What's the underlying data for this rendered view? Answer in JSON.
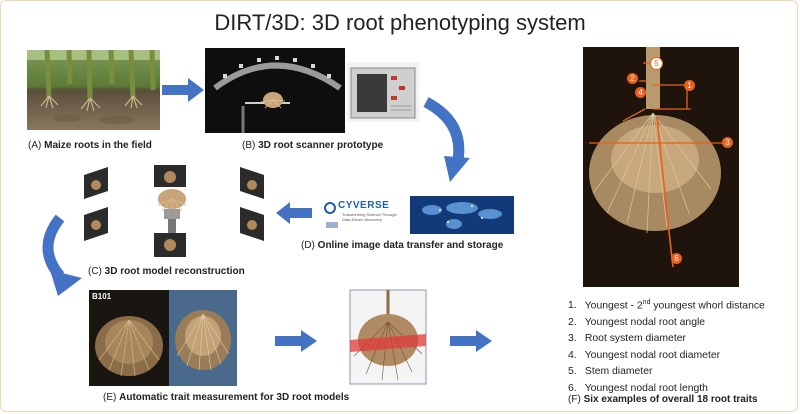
{
  "title": "DIRT/3D: 3D root phenotyping system",
  "captions": {
    "a": {
      "letter": "(A)",
      "text": "Maize roots in the field"
    },
    "b": {
      "letter": "(B)",
      "text": "3D root scanner prototype"
    },
    "c": {
      "letter": "(C)",
      "text": "3D root model reconstruction"
    },
    "d": {
      "letter": "(D)",
      "text": "Online image data transfer and storage"
    },
    "e": {
      "letter": "(E)",
      "text": "Automatic trait measurement for 3D root models"
    },
    "f": {
      "letter": "(F)",
      "text": "Six examples of overall 18 root traits"
    }
  },
  "cyverse": {
    "logo": "CYVERSE",
    "tagline": "Transforming Science Through Data-Driven Discovery"
  },
  "sample_label": "B101",
  "traits": [
    {
      "num": "1.",
      "pre": "Youngest - 2",
      "sup": "nd",
      "post": " youngest whorl distance"
    },
    {
      "num": "2.",
      "pre": "Youngest nodal root angle",
      "sup": "",
      "post": ""
    },
    {
      "num": "3.",
      "pre": "Root system diameter",
      "sup": "",
      "post": ""
    },
    {
      "num": "4.",
      "pre": "Youngest nodal root diameter",
      "sup": "",
      "post": ""
    },
    {
      "num": "5.",
      "pre": "Stem diameter",
      "sup": "",
      "post": ""
    },
    {
      "num": "6.",
      "pre": "Youngest nodal root length",
      "sup": "",
      "post": ""
    }
  ],
  "markers": [
    "1",
    "2",
    "3",
    "4",
    "5",
    "6"
  ],
  "colors": {
    "arrow": "#4472c4",
    "measure": "#e8601c",
    "photo_dark": "#1e140c",
    "cyverse_blue": "#1f5fa8"
  }
}
